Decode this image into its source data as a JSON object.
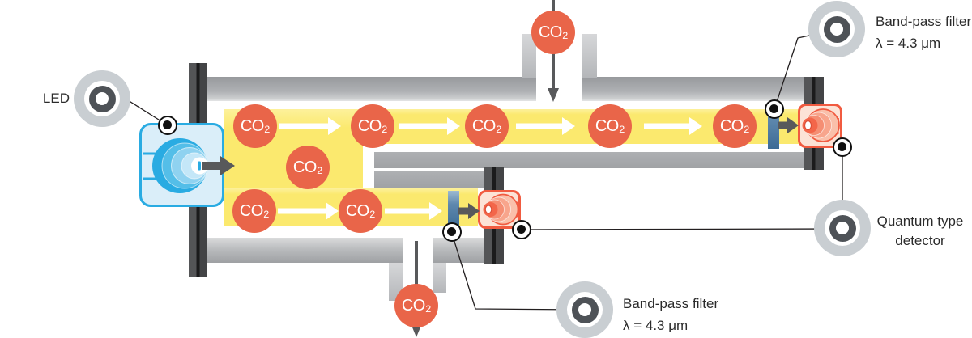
{
  "labels": {
    "led": "LED",
    "bandpass_filter_top": {
      "name": "Band-pass filter",
      "wavelength": "λ = 4.3 μm"
    },
    "bandpass_filter_bottom": {
      "name": "Band-pass filter",
      "wavelength": "λ = 4.3 μm"
    },
    "quantum_detector": {
      "line1": "Quantum type",
      "line2": "detector"
    }
  },
  "molecule": {
    "formula": "CO₂"
  },
  "colors": {
    "beam_yellow": "#FBE96E",
    "co2_red": "#E96549",
    "led_blue": "#29ABE2",
    "detector_orange": "#F15B40",
    "filter_blue": "#5E88AE",
    "wall_gray": "#ABADB0",
    "dark_gray": "#58595B"
  }
}
